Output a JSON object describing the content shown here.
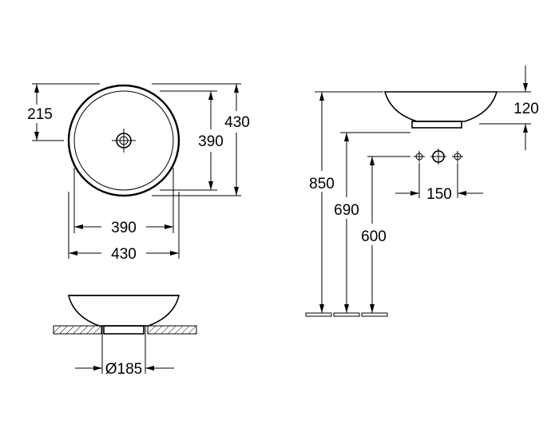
{
  "dimensions": {
    "top_view": {
      "half_depth": "215",
      "outer_depth": "430",
      "inner_depth": "390",
      "inner_width": "390",
      "outer_width": "430"
    },
    "section_view": {
      "base_diameter": "Ø185"
    },
    "side_view": {
      "bowl_height": "120",
      "rim_height": "850",
      "outlet_height": "690",
      "tap_height": "600",
      "tap_spacing": "150"
    }
  }
}
